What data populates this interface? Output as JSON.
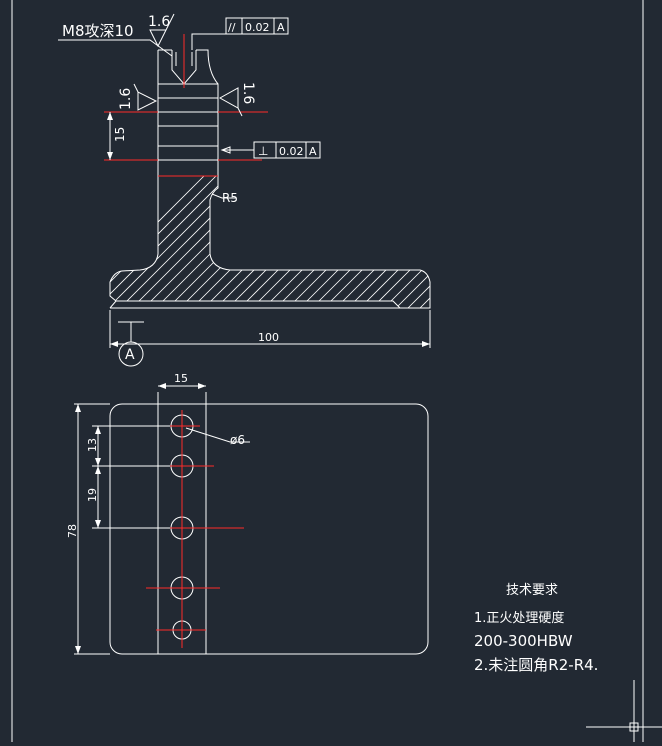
{
  "annotations": {
    "thread": "M8攻深10",
    "roughness_top": "1.6",
    "roughness_left": "1.6",
    "roughness_right": "1.6",
    "radius": "R5",
    "hole_dia": "ø6"
  },
  "tolerances": {
    "parallel": {
      "symbol": "//",
      "value": "0.02",
      "datum": "A"
    },
    "perpendicular": {
      "symbol": "⊥",
      "value": "0.02",
      "datum": "A"
    }
  },
  "datum": {
    "label": "A"
  },
  "dimensions": {
    "height_15": "15",
    "length_100": "100",
    "width_15": "15",
    "spacing_13": "13",
    "spacing_19": "19",
    "height_78": "78"
  },
  "notes": {
    "title": "技术要求",
    "line1": "1.正火处理硬度",
    "line2": "200-300HBW",
    "line3": "2.未注圆角R2-R4."
  },
  "colors": {
    "background": "#222933",
    "line": "#ffffff",
    "center": "#ff2a2a"
  }
}
